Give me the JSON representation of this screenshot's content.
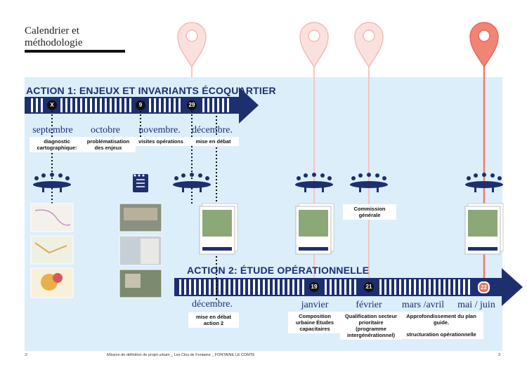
{
  "header": {
    "title": "Calendrier et méthodologie"
  },
  "action1": {
    "label": "ACTION 1: ENJEUX ET INVARIANTS ÉCOQUARTIER",
    "badges": [
      "X",
      "9",
      "29"
    ],
    "months": [
      "septembre",
      "octobre",
      "novembre.",
      "décembre."
    ],
    "descriptions": [
      "diagnostic cartographique:",
      "problématisation des enjeux",
      "visites opérations",
      "mise en débat"
    ]
  },
  "action2": {
    "label": "ACTION 2: ÉTUDE OPÉRATIONNELLE",
    "badges": [
      "19",
      "21",
      "22"
    ],
    "months": [
      "décembre.",
      "janvier",
      "février",
      "mars /avril",
      "mai / juin"
    ],
    "descriptions": [
      "mise en débat action 2",
      "Composition urbaine Études capacitaires",
      "Qualification secteur prioritaire (programme intergénérationnel)",
      "Approfondissement du plan guide.",
      "structuration opérationnelle"
    ]
  },
  "commission": "Commission générale",
  "footer": {
    "page_left": "2",
    "caption": "Mission de définition de projet urbain _ Les Clos de Fontaine _ FONTAINE LE COMTE",
    "page_right": "3"
  },
  "colors": {
    "navy": "#1d2f6f",
    "light_blue": "#dbeefa",
    "pin_light": "#f6c4c0",
    "pin_strong": "#ef6e5b"
  }
}
